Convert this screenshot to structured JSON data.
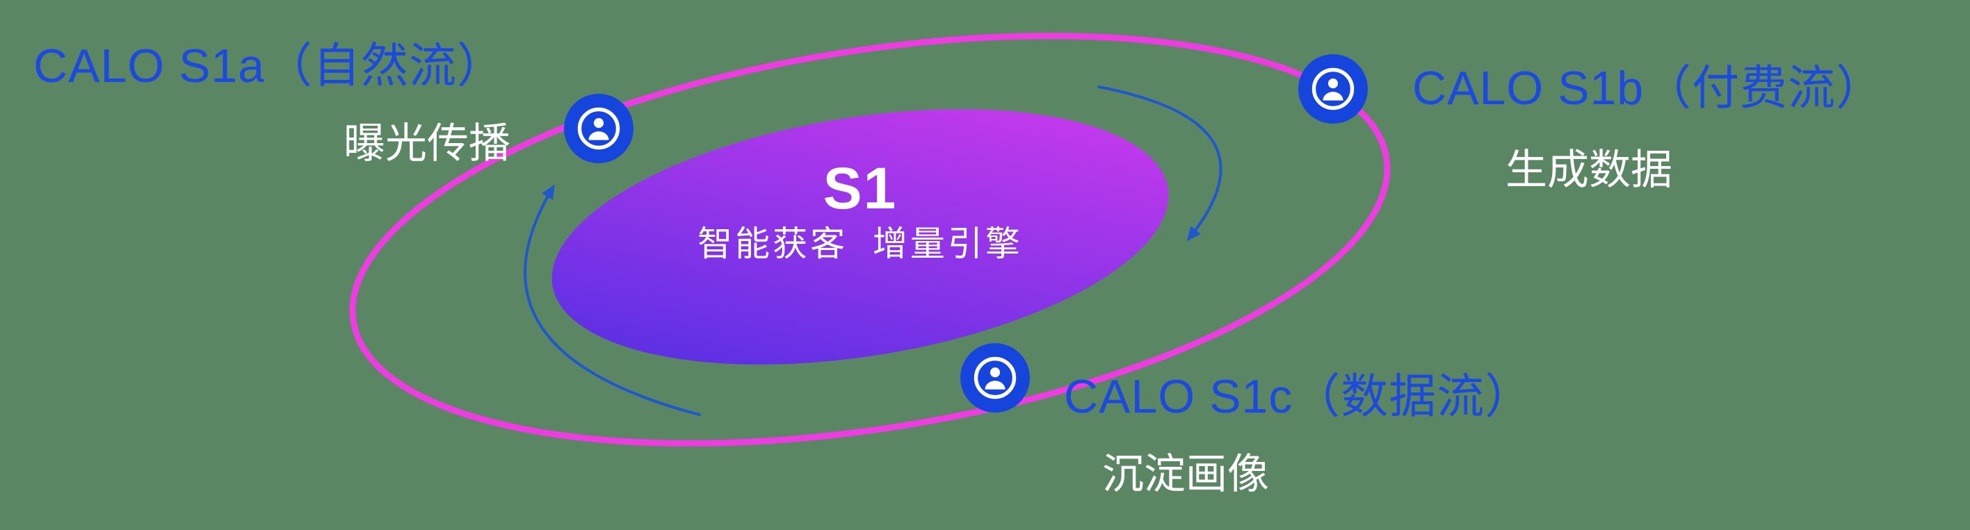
{
  "colors": {
    "background": "#5b8663",
    "node_title_blue": "#1c49e0",
    "orbit_magenta": "#ee3ce2",
    "core_gradient_start": "#4a2ee2",
    "core_gradient_end": "#d63bee",
    "badge_blue": "#1545dd",
    "arrow_blue": "#1f57cf",
    "text_white": "#ffffff"
  },
  "core": {
    "title": "S1",
    "subtitle": "智能获客  增量引擎"
  },
  "nodes": [
    {
      "id": "s1a",
      "title": "CALO S1a（自然流）",
      "subtitle": "曝光传播"
    },
    {
      "id": "s1b",
      "title": "CALO S1b（付费流）",
      "subtitle": "生成数据"
    },
    {
      "id": "s1c",
      "title": "CALO S1c（数据流）",
      "subtitle": "沉淀画像"
    }
  ]
}
